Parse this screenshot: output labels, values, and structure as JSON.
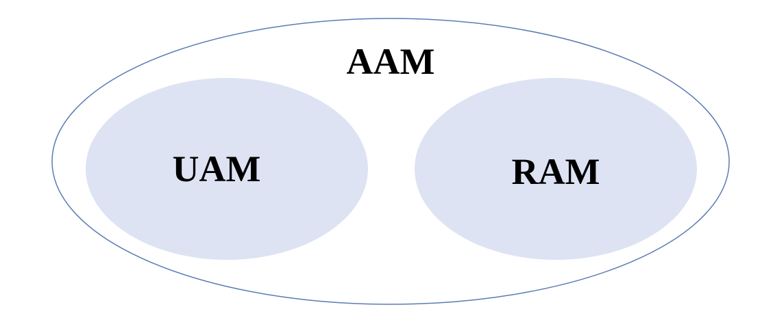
{
  "diagram": {
    "outer_set": {
      "label": "AAM"
    },
    "inner_sets": [
      {
        "label": "UAM"
      },
      {
        "label": "RAM"
      }
    ]
  },
  "colors": {
    "outer_stroke": "#5b7bb3",
    "outer_fill": "#ffffff",
    "inner_fill": "#dde3f3",
    "text": "#000000",
    "background": "#ffffff"
  }
}
